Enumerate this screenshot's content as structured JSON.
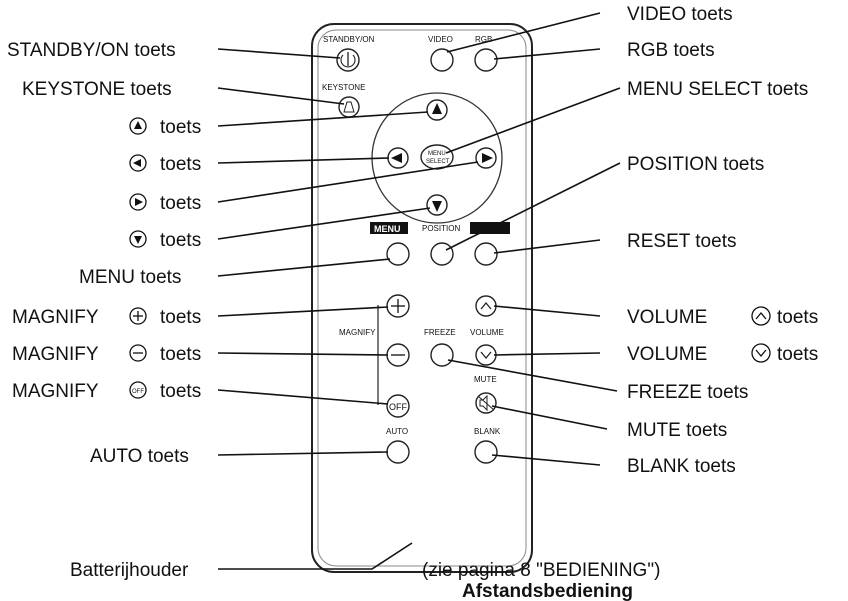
{
  "remote": {
    "top_labels": {
      "standby_on": "STANDBY/ON",
      "video": "VIDEO",
      "rgb": "RGB",
      "keystone": "KEYSTONE",
      "menu_select_line1": "MENU",
      "menu_select_line2": "SELECT",
      "menu": "MENU",
      "position": "POSITION",
      "magnify": "MAGNIFY",
      "freeze": "FREEZE",
      "volume": "VOLUME",
      "mute": "MUTE",
      "auto": "AUTO",
      "blank": "BLANK",
      "off": "OFF"
    }
  },
  "callouts_left": {
    "standby_on": "STANDBY/ON toets",
    "keystone": "KEYSTONE toets",
    "up": "toets",
    "left": "toets",
    "right": "toets",
    "down": "toets",
    "menu": "MENU toets",
    "magnify_plus": "MAGNIFY",
    "magnify_plus_suffix": "toets",
    "magnify_minus": "MAGNIFY",
    "magnify_minus_suffix": "toets",
    "magnify_off": "MAGNIFY",
    "magnify_off_suffix": "toets",
    "auto": "AUTO toets",
    "battery": "Batterijhouder"
  },
  "callouts_right": {
    "video": "VIDEO toets",
    "rgb": "RGB toets",
    "menu_select": "MENU SELECT toets",
    "position": "POSITION toets",
    "reset": "RESET toets",
    "volume_up": "VOLUME",
    "volume_up_suffix": "toets",
    "volume_down": "VOLUME",
    "volume_down_suffix": "toets",
    "freeze": "FREEZE toets",
    "mute": "MUTE toets",
    "blank": "BLANK toets"
  },
  "caption": {
    "reference": "(zie pagina 8 \"BEDIENING\")",
    "title": "Afstandsbediening"
  }
}
